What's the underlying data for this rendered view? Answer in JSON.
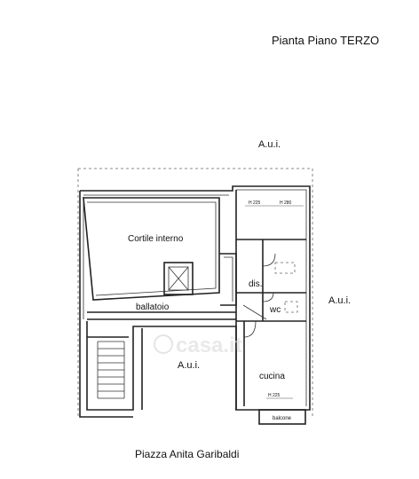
{
  "title": "Pianta Piano TERZO",
  "labels": {
    "aui_top": "A.u.i.",
    "aui_right": "A.u.i.",
    "aui_center": "A.u.i.",
    "cortile": "Cortile interno",
    "ballatoio": "ballatoio",
    "dis": "dis.",
    "wc": "wc",
    "cucina": "cucina",
    "balcone": "balcone",
    "h225_top": "H 225",
    "h280": "H 280",
    "h225_bottom": "H 225",
    "street": "Piazza Anita Garibaldi"
  },
  "watermark": "casa.it"
}
